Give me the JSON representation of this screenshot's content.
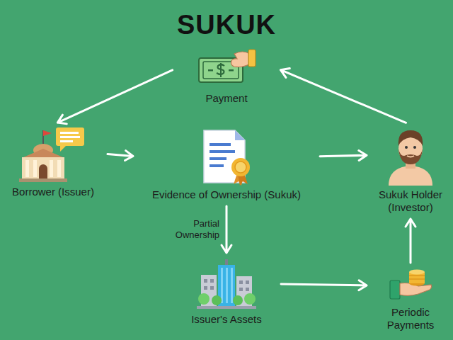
{
  "diagram": {
    "title": "SUKUK",
    "nodes": [
      {
        "text": [
          "Payment"
        ]
      },
      {
        "text": [
          "Borrower (Issuer)"
        ]
      },
      {
        "text": [
          "Evidence of Ownership (Sukuk)"
        ]
      },
      {
        "text": [
          "Sukuk Holder (Investor)"
        ]
      },
      {
        "text": [
          "Issuer's Assets"
        ]
      },
      {
        "text": [
          "Periodic Payments"
        ]
      }
    ],
    "edges": [
      {
        "from": 1,
        "to": 2,
        "arrow": "to"
      },
      {
        "from": 2,
        "to": 3,
        "arrow": "to"
      },
      {
        "from": 3,
        "to": 0,
        "arrow": "to"
      },
      {
        "from": 0,
        "to": 1,
        "arrow": "to"
      },
      {
        "from": 2,
        "to": 4,
        "label": "Partial Ownership",
        "arrow": "to"
      },
      {
        "from": 4,
        "to": 5,
        "arrow": "to"
      },
      {
        "from": 5,
        "to": 3,
        "arrow": "to"
      }
    ]
  }
}
